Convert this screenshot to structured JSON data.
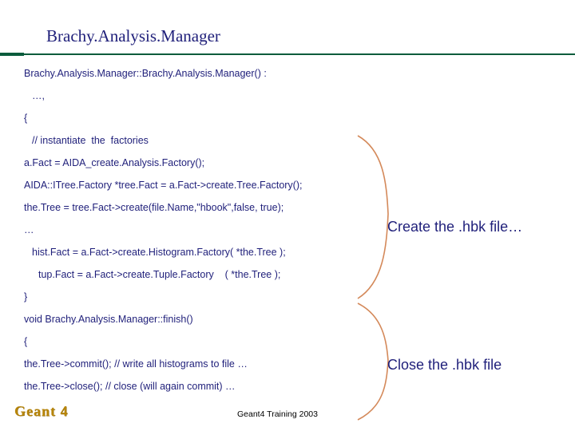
{
  "slide": {
    "title": "Brachy.Analysis.Manager",
    "accent_color": "#0a5c3c",
    "text_color": "#1f1f7a",
    "brace_color": "#d4895a",
    "code_lines": [
      {
        "text": "Brachy.Analysis.Manager::Brachy.Analysis.Manager() :",
        "indent": 0
      },
      {
        "text": "…,",
        "indent": 1
      },
      {
        "text": "{",
        "indent": 0
      },
      {
        "text": "// instantiate  the  factories",
        "indent": 1
      },
      {
        "text": "a.Fact = AIDA_create.Analysis.Factory();",
        "indent": 0
      },
      {
        "text": "AIDA::ITree.Factory *tree.Fact = a.Fact->create.Tree.Factory();",
        "indent": 0
      },
      {
        "text": "the.Tree = tree.Fact->create(file.Name,\"hbook\",false, true);",
        "indent": 0
      },
      {
        "text": "…",
        "indent": 0
      },
      {
        "text": "hist.Fact = a.Fact->create.Histogram.Factory( *the.Tree );",
        "indent": 1
      },
      {
        "text": "tup.Fact = a.Fact->create.Tuple.Factory    ( *the.Tree );",
        "indent": 2
      },
      {
        "text": "}",
        "indent": 0
      },
      {
        "text": "void Brachy.Analysis.Manager::finish()",
        "indent": 0
      },
      {
        "text": "{",
        "indent": 0
      },
      {
        "text": "the.Tree->commit(); // write all histograms to file …",
        "indent": 0
      },
      {
        "text": "the.Tree->close(); // close (will again commit) …",
        "indent": 0
      }
    ],
    "callouts": {
      "create": "Create the .hbk file…",
      "close": "Close the .hbk file"
    },
    "footer": "Geant4 Training 2003",
    "logo": "Geant 4"
  }
}
